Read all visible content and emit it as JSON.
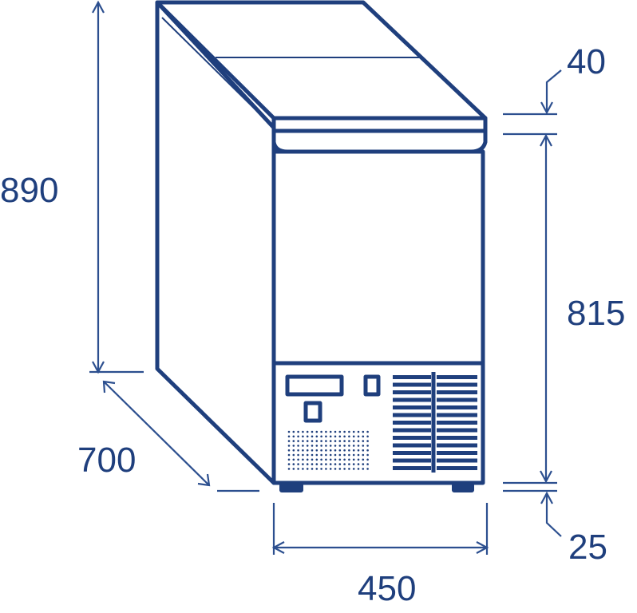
{
  "dimensions": {
    "total_height": "890",
    "depth": "700",
    "width": "450",
    "top_thickness": "40",
    "body_height": "815",
    "feet_height": "25"
  },
  "colors": {
    "line": "#1f3f7d",
    "background": "#ffffff"
  }
}
